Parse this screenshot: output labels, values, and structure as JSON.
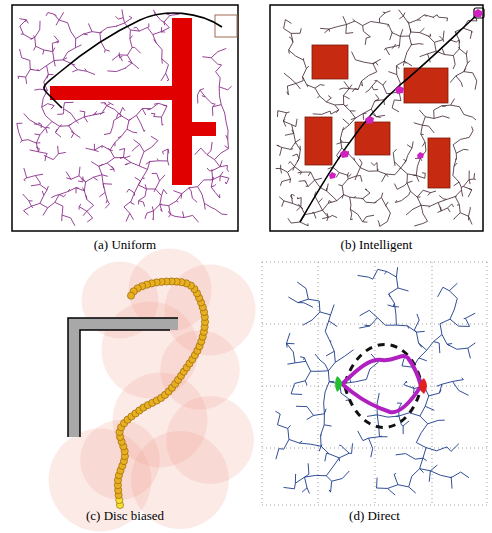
{
  "diagram": {
    "labels": [
      "(a) Uniform",
      "(b) Intelligent",
      "(c) Disc biased",
      "(d) Direct"
    ]
  }
}
